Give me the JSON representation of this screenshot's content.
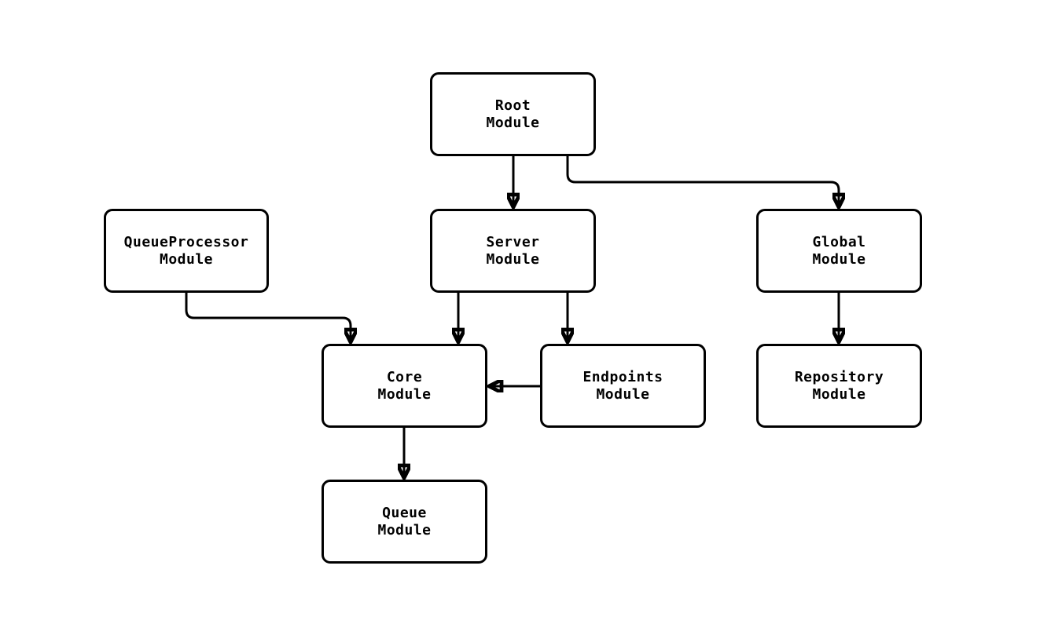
{
  "diagram": {
    "background_color": "#ffffff",
    "stroke_color": "#000000",
    "text_color": "#000000",
    "nodes": {
      "root": {
        "label": "Root\nModule"
      },
      "queueprocessor": {
        "label": "QueueProcessor\nModule"
      },
      "server": {
        "label": "Server\nModule"
      },
      "global": {
        "label": "Global\nModule"
      },
      "core": {
        "label": "Core\nModule"
      },
      "endpoints": {
        "label": "Endpoints\nModule"
      },
      "repository": {
        "label": "Repository\nModule"
      },
      "queue": {
        "label": "Queue\nModule"
      }
    },
    "edges": [
      {
        "label": "Root Module to Server Module"
      },
      {
        "label": "Root Module to Global Module"
      },
      {
        "label": "QueueProcessor Module to Core Module"
      },
      {
        "label": "Server Module to Core Module"
      },
      {
        "label": "Server Module to Endpoints Module"
      },
      {
        "label": "Endpoints Module to Core Module"
      },
      {
        "label": "Global Module to Repository Module"
      },
      {
        "label": "Core Module to Queue Module"
      }
    ]
  }
}
